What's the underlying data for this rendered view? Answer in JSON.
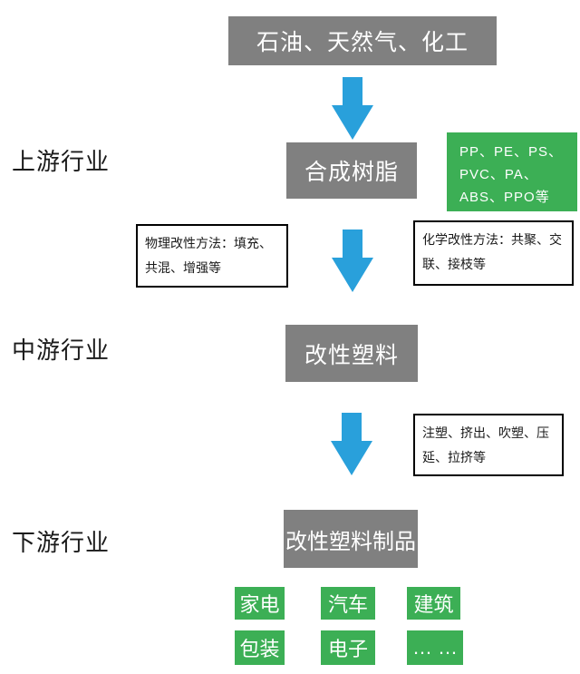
{
  "colors": {
    "box_gray": "#808080",
    "box_green": "#3caf55",
    "arrow_blue": "#29a0db",
    "box_border": "#000000",
    "text_white": "#ffffff",
    "text_dark": "#1a1a1a"
  },
  "flowchart": {
    "stages": {
      "upstream": "上游行业",
      "midstream": "中游行业",
      "downstream": "下游行业"
    },
    "nodes": {
      "source": "石油、天然气、化工",
      "synthetic_resin": "合成树脂",
      "resin_types": "PP、PE、PS、PVC、PA、ABS、PPO等",
      "physical_modification": "物理改性方法：填充、共混、增强等",
      "chemical_modification": "化学改性方法：共聚、交联、接枝等",
      "modified_plastics": "改性塑料",
      "processing_methods": "注塑、挤出、吹塑、压延、拉挤等",
      "products": "改性塑料制品"
    },
    "applications": [
      "家电",
      "汽车",
      "建筑",
      "包装",
      "电子",
      "… …"
    ]
  }
}
